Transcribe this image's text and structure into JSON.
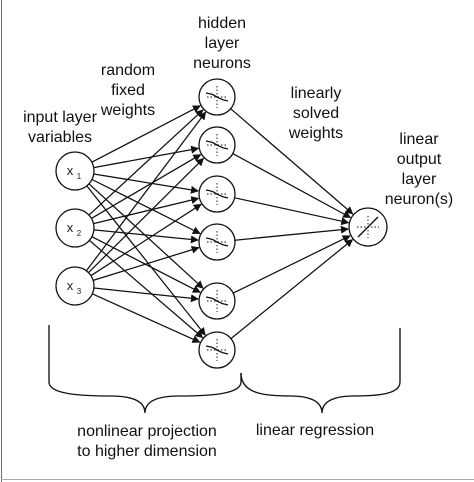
{
  "diagram": {
    "labels": {
      "input_layer": "input layer\nvariables",
      "random_weights": "random\nfixed\nweights",
      "hidden_layer": "hidden\nlayer\nneurons",
      "linear_weights": "linearly\nsolved\nweights",
      "output_layer": "linear\noutput\nlayer\nneuron(s)",
      "nonlinear_projection": "nonlinear projection\nto higher dimension",
      "linear_regression": "linear regression"
    },
    "input_nodes": [
      {
        "base": "x",
        "sub": "1"
      },
      {
        "base": "x",
        "sub": "2"
      },
      {
        "base": "x",
        "sub": "3"
      }
    ],
    "hidden_node_count": 6,
    "output_node_count": 1
  }
}
